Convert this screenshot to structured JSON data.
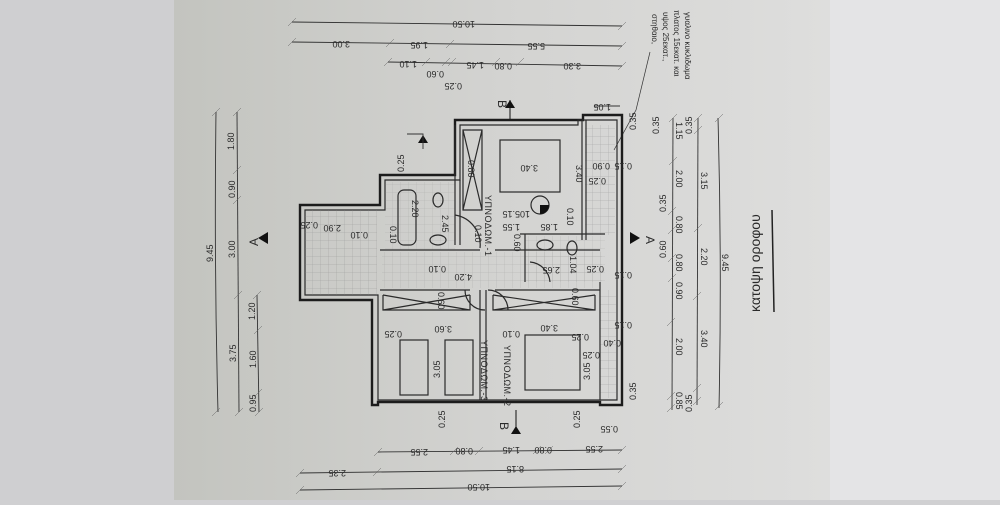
{
  "title": "κατοψη οροφου",
  "annotation": [
    "στηθαιο,",
    "υψος 25εκατ.,",
    "πλατος 15εκατ. και",
    "γυαλινο κυκλιδωμα"
  ],
  "section_marks": {
    "a": "A",
    "b": "B"
  },
  "rooms": {
    "bedroom_1": "ΥΠΝΟΔΩΜ.-1",
    "bedroom_2": "ΥΠΝΟΔΩΜ.-2",
    "bedroom_3": "ΥΠΝΟΔΩΜ.-3",
    "level_mark": "105.15"
  },
  "dims": {
    "top": [
      "10.50",
      "3.00",
      "1.95",
      "5.55",
      "1.10",
      "0.60",
      "0.25",
      "1.45",
      "0.80",
      "3.30"
    ],
    "bottom": [
      "2.55",
      "0.80",
      "1.45",
      "0.80",
      "2.55",
      "8.15",
      "2.35",
      "10.50"
    ],
    "left": [
      "9.45",
      "1.80",
      "0.90",
      "3.00",
      "3.75",
      "1.20",
      "1.60",
      "0.95"
    ],
    "right": [
      "1.05",
      "0.35",
      "1.15",
      "2.00",
      "0.35",
      "0.80",
      "0.60",
      "0.80",
      "0.90",
      "2.00",
      "0.85",
      "0.35",
      "3.15",
      "2.20",
      "3.40",
      "0.35",
      "9.45",
      "0.35"
    ]
  },
  "interior": [
    "3.40",
    "3.40",
    "0.80",
    "2.45",
    "2.20",
    "0.25",
    "1.55",
    "1.85",
    "0.10",
    "0.10",
    "0.60",
    "0.10",
    "0.10",
    "4.20",
    "2.65",
    "1.04",
    "0.25",
    "0.90",
    "0.15",
    "0.25",
    "0.15",
    "0.15",
    "0.40",
    "0.25",
    "0.35",
    "0.55",
    "2.90",
    "0.25",
    "0.10",
    "3.60",
    "0.25",
    "0.10",
    "3.40",
    "0.25",
    "3.05",
    "3.05",
    "0.25",
    "0.25",
    "0.60",
    "0.60"
  ]
}
